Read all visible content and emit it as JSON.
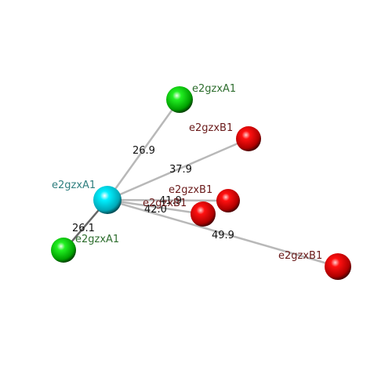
{
  "center_atom": {
    "label": "e2gzxA1",
    "color": "#00e5ee",
    "label_color": "#2f7f7f"
  },
  "atoms": [
    {
      "id": "g-top",
      "label": "e2gzxA1",
      "color": "#00dd00",
      "label_color": "#2e6e2e",
      "distance": "26.9"
    },
    {
      "id": "r-1",
      "label": "e2gzxB1",
      "color": "#ee0000",
      "label_color": "#6a1a1a",
      "distance": "37.9"
    },
    {
      "id": "r-2",
      "label": "e2gzxB1",
      "color": "#ee0000",
      "label_color": "#6a1a1a",
      "distance": "41.9"
    },
    {
      "id": "r-3",
      "label": "e2gzxB1",
      "color": "#ee0000",
      "label_color": "#6a1a1a",
      "distance": "42.0"
    },
    {
      "id": "r-4",
      "label": "e2gzxB1",
      "color": "#ee0000",
      "label_color": "#6a1a1a",
      "distance": "49.9"
    },
    {
      "id": "g-bottom",
      "label": "e2gzxA1",
      "color": "#00dd00",
      "label_color": "#2e6e2e",
      "distance": "26.1"
    }
  ]
}
